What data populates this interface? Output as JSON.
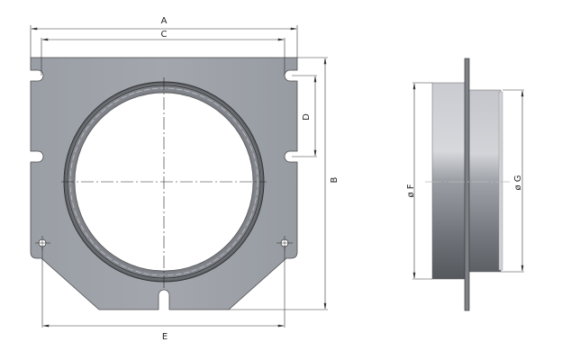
{
  "drawing": {
    "front_view": {
      "labels": {
        "A": "A",
        "C": "C",
        "D": "D",
        "B": "B",
        "E": "E"
      }
    },
    "side_view": {
      "labels": {
        "F": "ø F",
        "G": "ø G"
      }
    },
    "colors": {
      "plate": "#9da1a7",
      "outline": "#3a3a3a",
      "dim_line": "#333333",
      "background": "#ffffff"
    }
  }
}
